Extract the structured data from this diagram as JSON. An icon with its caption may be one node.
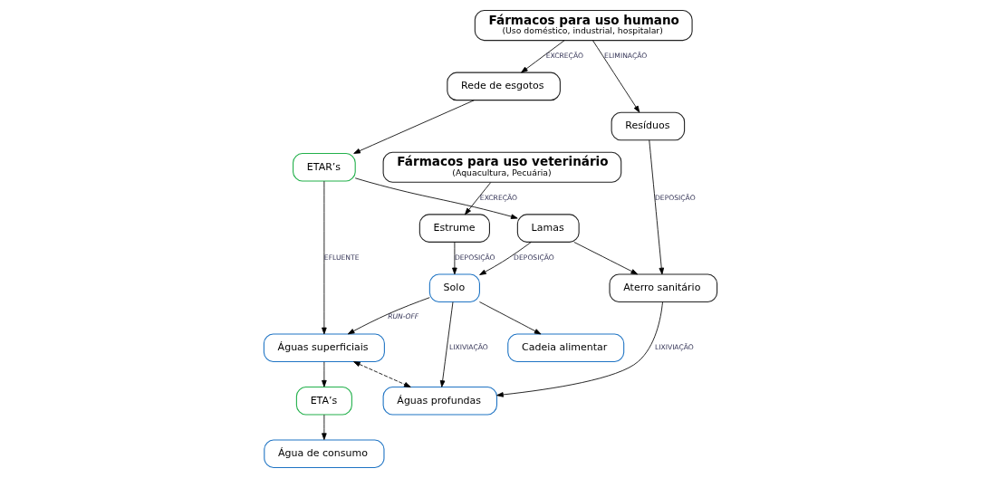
{
  "diagram": {
    "nodes": [
      {
        "text": [
          "Fármacos para uso humano",
          "(Uso doméstico, industrial, hospitalar)"
        ]
      },
      {
        "text": [
          "Fármacos para uso veterinário",
          "(Aquacultura, Pecuária)"
        ]
      },
      {
        "text": [
          "Resíduos"
        ]
      },
      {
        "text": [
          "Rede de esgotos"
        ]
      },
      {
        "text": [
          "Estrume"
        ]
      },
      {
        "text": [
          "ETAR’s"
        ]
      },
      {
        "text": [
          "Aterro sanitário"
        ]
      },
      {
        "text": [
          "Solo"
        ]
      },
      {
        "text": [
          "Lamas"
        ]
      },
      {
        "text": [
          "Águas superficiais"
        ]
      },
      {
        "text": [
          "Cadeia alimentar"
        ]
      },
      {
        "text": [
          "Águas profundas"
        ]
      },
      {
        "text": [
          "ETA’s"
        ]
      },
      {
        "text": [
          "Água de consumo"
        ]
      }
    ],
    "edges": [
      {
        "from": 0,
        "to": 2,
        "arrow": "to",
        "label": "ELIMINAÇÃO"
      },
      {
        "from": 0,
        "to": 3,
        "arrow": "to",
        "label": "EXCREÇÃO"
      },
      {
        "from": 1,
        "to": 4,
        "arrow": "to",
        "label": "EXCREÇÃO"
      },
      {
        "from": 2,
        "to": 6,
        "arrow": "to",
        "label": "DEPOSIÇÃO"
      },
      {
        "from": 3,
        "to": 5,
        "arrow": "to"
      },
      {
        "from": 4,
        "to": 7,
        "arrow": "to",
        "label": "DEPOSIÇÃO"
      },
      {
        "from": 5,
        "to": 8,
        "arrow": "to"
      },
      {
        "from": 5,
        "to": 9,
        "arrow": "to",
        "label": "EFLUENTE"
      },
      {
        "from": 7,
        "to": 9,
        "arrow": "to",
        "label": "*RUN-OFF*"
      },
      {
        "from": 8,
        "to": 6,
        "arrow": "to"
      },
      {
        "from": 7,
        "to": 10,
        "arrow": "to"
      },
      {
        "from": 6,
        "to": 11,
        "arrow": "to",
        "label": "LIXIVIAÇÃO"
      },
      {
        "from": 9,
        "to": 11,
        "arrow": "both",
        "style": "dashed"
      },
      {
        "from": 9,
        "to": 12,
        "arrow": "to"
      },
      {
        "from": 12,
        "to": 13,
        "arrow": "to"
      },
      {
        "from": 8,
        "to": 7,
        "arrow": "to",
        "label": "DEPOSIÇÃO"
      },
      {
        "from": 7,
        "to": 11,
        "arrow": "to",
        "label": "LIXIVIAÇÃO"
      }
    ]
  }
}
